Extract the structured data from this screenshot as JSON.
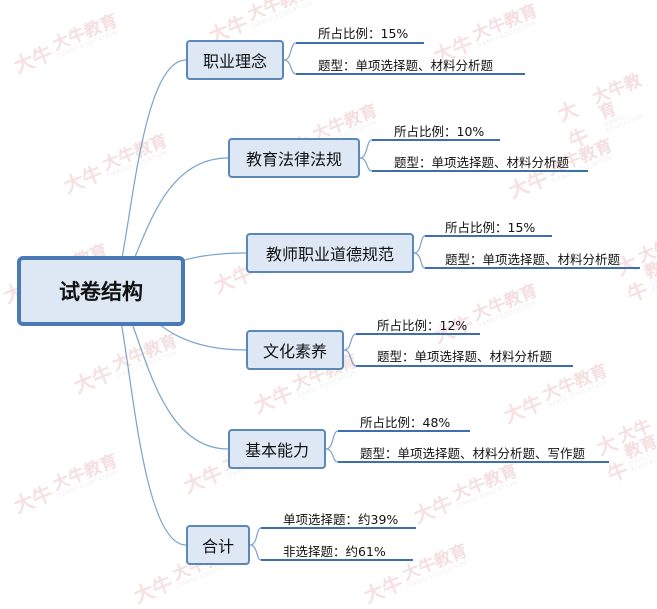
{
  "root": {
    "label": "试卷结构"
  },
  "watermark": {
    "brand": "大牛教育",
    "sub": "DANIU EDUCATION"
  },
  "branches": [
    {
      "id": "b1",
      "label": "职业理念",
      "leaves": [
        "所占比例：15%",
        "题型：单项选择题、材料分析题"
      ]
    },
    {
      "id": "b2",
      "label": "教育法律法规",
      "leaves": [
        "所占比例：10%",
        "题型：单项选择题、材料分析题"
      ]
    },
    {
      "id": "b3",
      "label": "教师职业道德规范",
      "leaves": [
        "所占比例：15%",
        "题型：单项选择题、材料分析题"
      ]
    },
    {
      "id": "b4",
      "label": "文化素养",
      "leaves": [
        "所占比例：12%",
        "题型：单项选择题、材料分析题"
      ]
    },
    {
      "id": "b5",
      "label": "基本能力",
      "leaves": [
        "所占比例：48%",
        "题型：单项选择题、材料分析题、写作题"
      ]
    },
    {
      "id": "b6",
      "label": "合计",
      "leaves": [
        "单项选择题：约39%",
        "非选择题：约61%"
      ]
    }
  ],
  "colors": {
    "line": "#7ba3cc",
    "underline": "#3d6fb0",
    "box_border": "#5b86b8",
    "box_fill": "#dde8f4"
  }
}
